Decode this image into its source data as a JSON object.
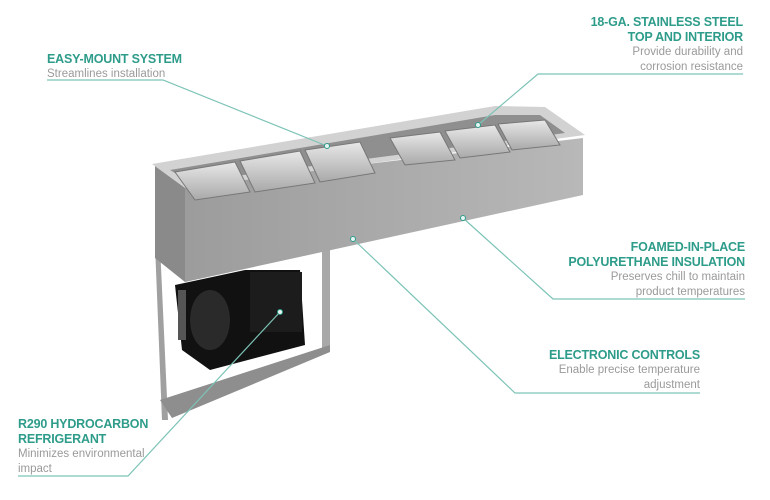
{
  "colors": {
    "accent": "#2e9c8a",
    "line": "#7cc3b6",
    "muted": "#9a9a9a"
  },
  "callouts": [
    {
      "title": [
        "EASY-MOUNT SYSTEM"
      ],
      "desc": [
        "Streamlines installation"
      ]
    },
    {
      "title": [
        "18-GA. STAINLESS STEEL",
        "TOP AND INTERIOR"
      ],
      "desc": [
        "Provide durability and",
        "corrosion resistance"
      ]
    },
    {
      "title": [
        "FOAMED-IN-PLACE",
        "POLYURETHANE INSULATION"
      ],
      "desc": [
        "Preserves chill to maintain",
        "product temperatures"
      ]
    },
    {
      "title": [
        "ELECTRONIC CONTROLS"
      ],
      "desc": [
        "Enable precise temperature",
        "adjustment"
      ]
    },
    {
      "title": [
        "R290 HYDROCARBON",
        "REFRIGERANT"
      ],
      "desc": [
        "Minimizes environmental",
        "impact"
      ]
    }
  ]
}
